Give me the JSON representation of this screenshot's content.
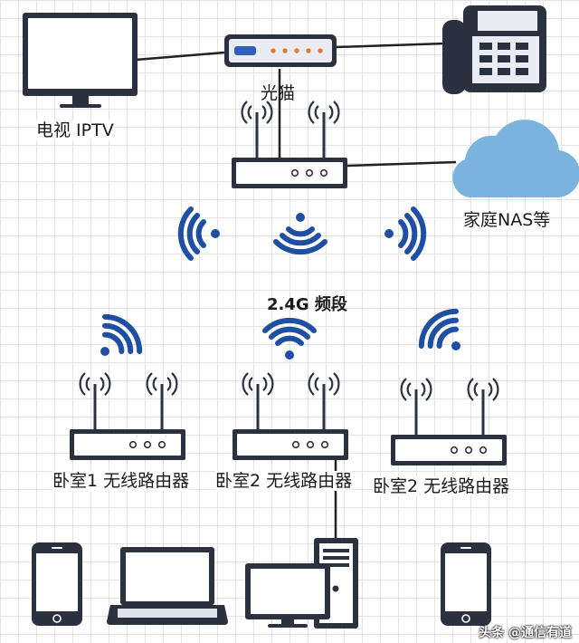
{
  "labels": {
    "tv": "电视 IPTV",
    "modem": "光猫",
    "nas": "家庭NAS等",
    "band": "2.4G 频段",
    "router1": "卧室1 无线路由器",
    "router2": "卧室2 无线路由器",
    "router3": "卧室2 无线路由器"
  },
  "watermark": "头条 @通信有道",
  "colors": {
    "wifi": "#1f4fa3",
    "device": "#2c3140",
    "cloud": "#7ab3dd"
  }
}
